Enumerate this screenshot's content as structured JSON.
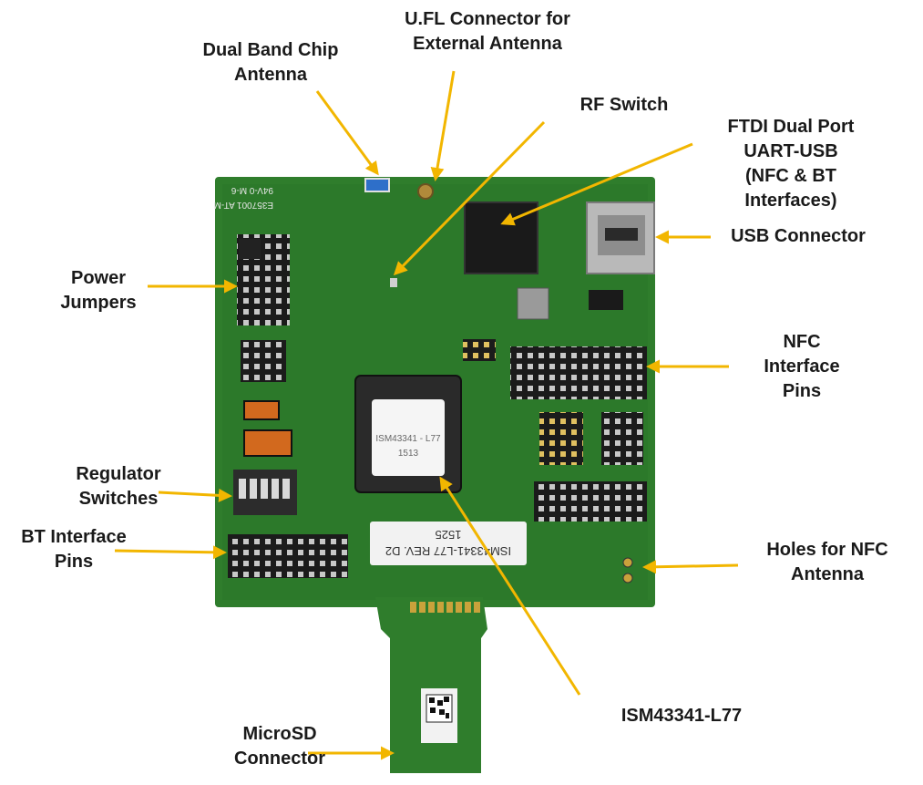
{
  "labels": {
    "chip_antenna": [
      "Dual Band Chip",
      "Antenna"
    ],
    "ufl": [
      "U.FL Connector for",
      "External Antenna"
    ],
    "rf_switch": [
      "RF Switch"
    ],
    "ftdi": [
      "FTDI Dual Port",
      "UART-USB",
      "(NFC & BT",
      "Interfaces)"
    ],
    "usb": [
      "USB Connector"
    ],
    "power": [
      "Power",
      "Jumpers"
    ],
    "nfc_pins": [
      "NFC",
      "Interface",
      "Pins"
    ],
    "regulator": [
      "Regulator",
      "Switches"
    ],
    "bt_pins": [
      "BT Interface",
      "Pins"
    ],
    "holes_nfc": [
      "Holes for NFC",
      "Antenna"
    ],
    "module": [
      "ISM43341-L77"
    ],
    "microsd": [
      "MicroSD",
      "Connector"
    ]
  },
  "board": {
    "module_marking": "ISM43341 - L77",
    "module_code": "1513",
    "rev_sticker": "ISM43341-L77 REV. D2",
    "rev_code": "1525",
    "silk_top1": "E357001 AT-M",
    "silk_top2": "94V-0 M-6"
  },
  "colors": {
    "pcb": "#2f7d2c",
    "pcb_dark": "#1f5e1f",
    "arrow": "#f2b600",
    "label_text": "#1a1a1a"
  }
}
